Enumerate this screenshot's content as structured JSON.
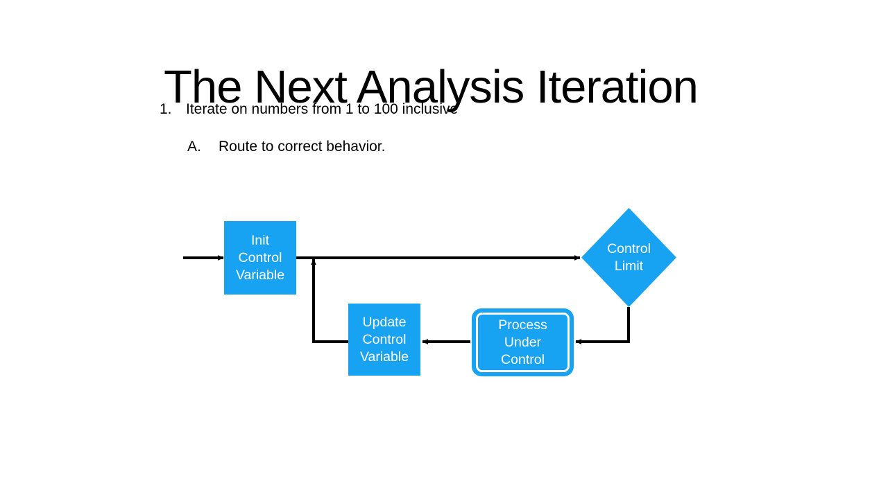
{
  "slide": {
    "title": "The Next Analysis Iteration",
    "background_color": "#ffffff",
    "text_color": "#000000"
  },
  "bullets": [
    {
      "marker": "1.",
      "text": "Iterate on numbers from 1 to 100 inclusive",
      "level": 1
    },
    {
      "marker": "A.",
      "text": "Route to correct behavior.",
      "level": 2
    }
  ],
  "flowchart": {
    "accent_color": "#17a2f2",
    "node_text_color": "#ffffff",
    "connector_color": "#000000",
    "nodes": [
      {
        "id": "init",
        "shape": "rectangle",
        "label": "Init\nControl\nVariable"
      },
      {
        "id": "decision",
        "shape": "diamond",
        "label": "Control\nLimit"
      },
      {
        "id": "process",
        "shape": "subroutine",
        "label": "Process\nUnder\nControl"
      },
      {
        "id": "update",
        "shape": "rectangle",
        "label": "Update\nControl\nVariable"
      }
    ],
    "connectors": [
      {
        "id": "entry-to-init",
        "from": "start",
        "to": "init",
        "style": "arrow-right"
      },
      {
        "id": "init-to-decision",
        "from": "init",
        "to": "decision",
        "style": "arrow-right"
      },
      {
        "id": "decision-to-process",
        "from": "decision",
        "to": "process",
        "style": "elbow-down-left-arrow"
      },
      {
        "id": "process-to-update",
        "from": "process",
        "to": "update",
        "style": "arrow-left"
      },
      {
        "id": "update-to-loop",
        "from": "update",
        "to": "init-to-decision",
        "style": "elbow-left-up-arrow"
      }
    ]
  }
}
